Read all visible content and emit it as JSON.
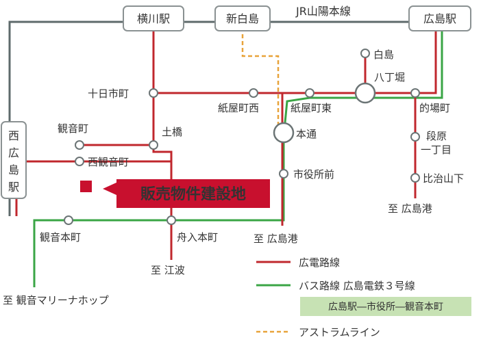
{
  "colors": {
    "jr_line": "#5e6a6b",
    "tram_line": "#c0272d",
    "bus_line": "#3aa545",
    "astram_line": "#e8a33a",
    "station_fill": "#ffffff",
    "station_stroke": "#6b7475",
    "site_fill": "#c8102e",
    "site_text": "#ffffff",
    "legend_box": "#c7e2b4",
    "text": "#333333"
  },
  "jr": {
    "line_name": "JR山陽本線",
    "stations": {
      "yokogawa": "横川駅",
      "shinhakushima": "新白島",
      "hiroshima": "広島駅",
      "nishihiroshima": "西広島駅"
    }
  },
  "stations": {
    "hakushima": "白島",
    "hatchobori": "八丁堀",
    "tokaichimachi": "十日市町",
    "kamiyacho_nishi": "紙屋町西",
    "kamiyacho_higashi": "紙屋町東",
    "matoba": "的場町",
    "danbara_1": "段原",
    "danbara_2": "一丁目",
    "hijiyama": "比治山下",
    "kanoncho": "観音町",
    "dobashi": "土橋",
    "hondori": "本通",
    "nishikanon": "西観音町",
    "shiyakusho": "市役所前",
    "kanonhonmachi": "観音本町",
    "funairi": "舟入本町"
  },
  "destinations": {
    "hiroshima_port_east": "至 広島港",
    "hiroshima_port_center": "至 広島港",
    "eba": "至 江波",
    "kanon_marina": "至 観音マリーナホップ"
  },
  "site": {
    "label": "販売物件建設地"
  },
  "legend": {
    "tram": "広電路線",
    "bus": "バス路線 広島電鉄３号線",
    "bus_route": "広島駅―市役所―観音本町",
    "astram": "アストラムライン"
  }
}
